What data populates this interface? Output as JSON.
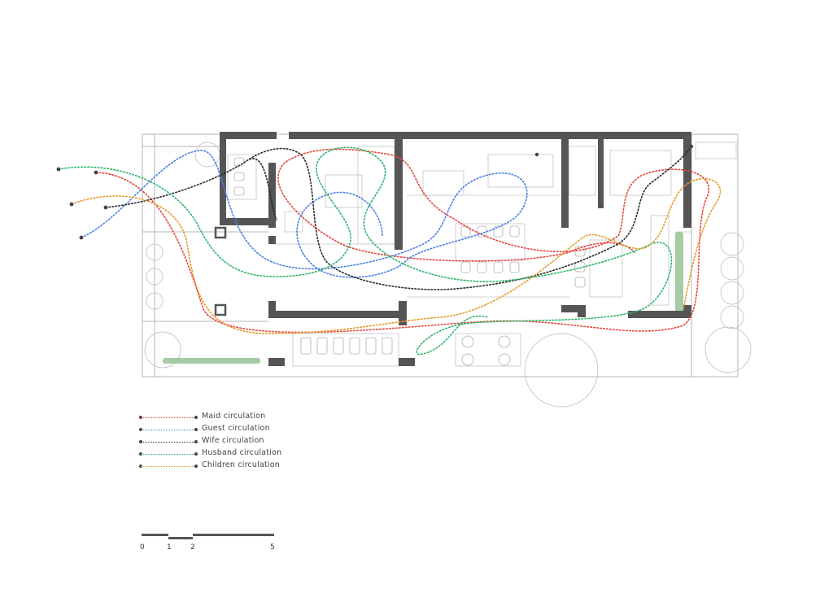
{
  "colors": {
    "wall": "#555555",
    "thin_line": "#b5b5b5",
    "plant": "#8fbf8f",
    "maid": "#e8453c",
    "guest": "#4a7ee8",
    "wife": "#2a2a2a",
    "husband": "#2cb56a",
    "children": "#e89a2c"
  },
  "legend": [
    {
      "key": "maid",
      "label": "Maid circulation",
      "color": "#e8453c"
    },
    {
      "key": "guest",
      "label": "Guest circulation",
      "color": "#4a7ee8"
    },
    {
      "key": "wife",
      "label": "Wife circulation",
      "color": "#2a2a2a"
    },
    {
      "key": "husband",
      "label": "Husband circulation",
      "color": "#2cb56a"
    },
    {
      "key": "children",
      "label": "Children circulation",
      "color": "#e89a2c"
    }
  ],
  "scale": {
    "labels": [
      "0",
      "1",
      "2",
      "5"
    ]
  }
}
